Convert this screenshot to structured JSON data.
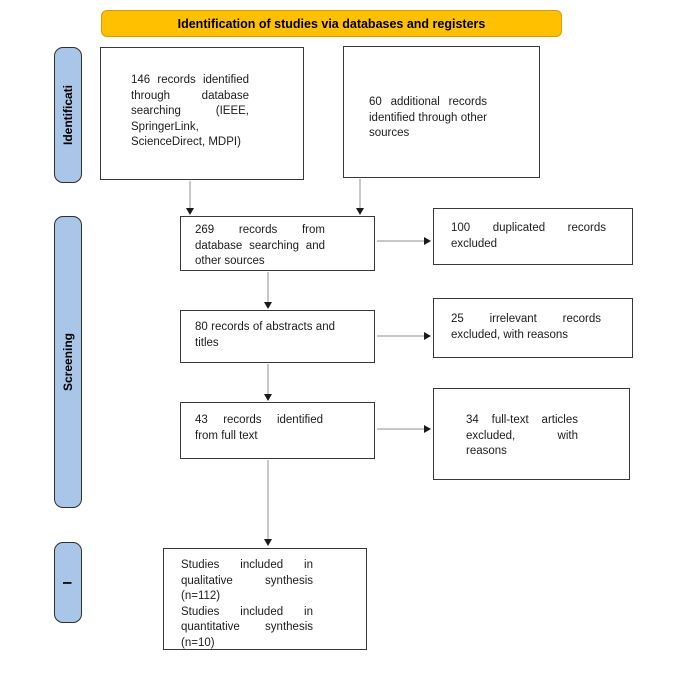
{
  "header": {
    "title": "Identification of studies via databases and registers"
  },
  "sidebar_labels": [
    {
      "id": "identification",
      "label": "Identificati"
    },
    {
      "id": "screening",
      "label": "Screening"
    },
    {
      "id": "included",
      "label": "I"
    }
  ],
  "flow_boxes": {
    "database_records": {
      "text": "146 records identified through database searching (IEEE, SpringerLink, ScienceDirect, MDPI)"
    },
    "other_sources": {
      "text": "60 additional records identified through other sources"
    },
    "combined_records": {
      "text": "269 records from database searching and other sources"
    },
    "duplicates_excluded": {
      "text": "100 duplicated records excluded"
    },
    "abstracts_titles": {
      "text": "80 records of abstracts and titles"
    },
    "irrelevant_excluded": {
      "text": "25 irrelevant records excluded, with reasons"
    },
    "full_text_records": {
      "text": "43 records identified from full text"
    },
    "full_text_excluded": {
      "text": "34 full-text articles excluded, with reasons"
    },
    "included_studies": {
      "lines": [
        "Studies included in qualitative synthesis (n=112)",
        "Studies included in quantitative synthesis (n=10)"
      ]
    }
  },
  "colors": {
    "header_bg": "#FFC000",
    "stage_label_bg": "#A9C5E8",
    "box_border": "#383838",
    "arrow_line": "#909090",
    "arrow_head": "#1a1a1a"
  }
}
